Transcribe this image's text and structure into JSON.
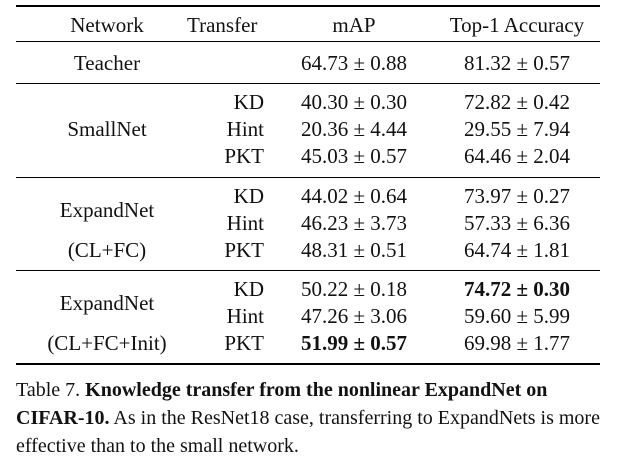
{
  "table": {
    "headers": [
      "Network",
      "Transfer",
      "mAP",
      "Top-1 Accuracy"
    ],
    "teacher": {
      "network": "Teacher",
      "map": "64.73 ± 0.88",
      "acc": "81.32 ± 0.57"
    },
    "groups": [
      {
        "network": "SmallNet",
        "rows": [
          {
            "transfer": "KD",
            "map": "40.30 ± 0.30",
            "acc": "72.82 ± 0.42"
          },
          {
            "transfer": "Hint",
            "map": "20.36 ± 4.44",
            "acc": "29.55 ± 7.94"
          },
          {
            "transfer": "PKT",
            "map": "45.03 ± 0.57",
            "acc": "64.46 ± 2.04"
          }
        ]
      },
      {
        "network": "ExpandNet",
        "network_sub": "(CL+FC)",
        "rows": [
          {
            "transfer": "KD",
            "map": "44.02 ± 0.64",
            "acc": "73.97 ± 0.27"
          },
          {
            "transfer": "Hint",
            "map": "46.23 ± 3.73",
            "acc": "57.33 ± 6.36"
          },
          {
            "transfer": "PKT",
            "map": "48.31 ± 0.51",
            "acc": "64.74 ± 1.81"
          }
        ]
      },
      {
        "network": "ExpandNet",
        "network_sub": "(CL+FC+Init)",
        "rows": [
          {
            "transfer": "KD",
            "map": "50.22 ± 0.18",
            "acc": "74.72 ± 0.30",
            "acc_bold": true
          },
          {
            "transfer": "Hint",
            "map": "47.26 ± 3.06",
            "acc": "59.60 ± 5.99"
          },
          {
            "transfer": "PKT",
            "map": "51.99 ± 0.57",
            "acc": "69.98 ± 1.77",
            "map_bold": true
          }
        ]
      }
    ]
  },
  "caption": {
    "label": "Table 7.",
    "title": "Knowledge transfer from the nonlinear ExpandNet on CIFAR-10.",
    "text": "As in the ResNet18 case, transferring to ExpandNets is more effective than to the small network."
  }
}
